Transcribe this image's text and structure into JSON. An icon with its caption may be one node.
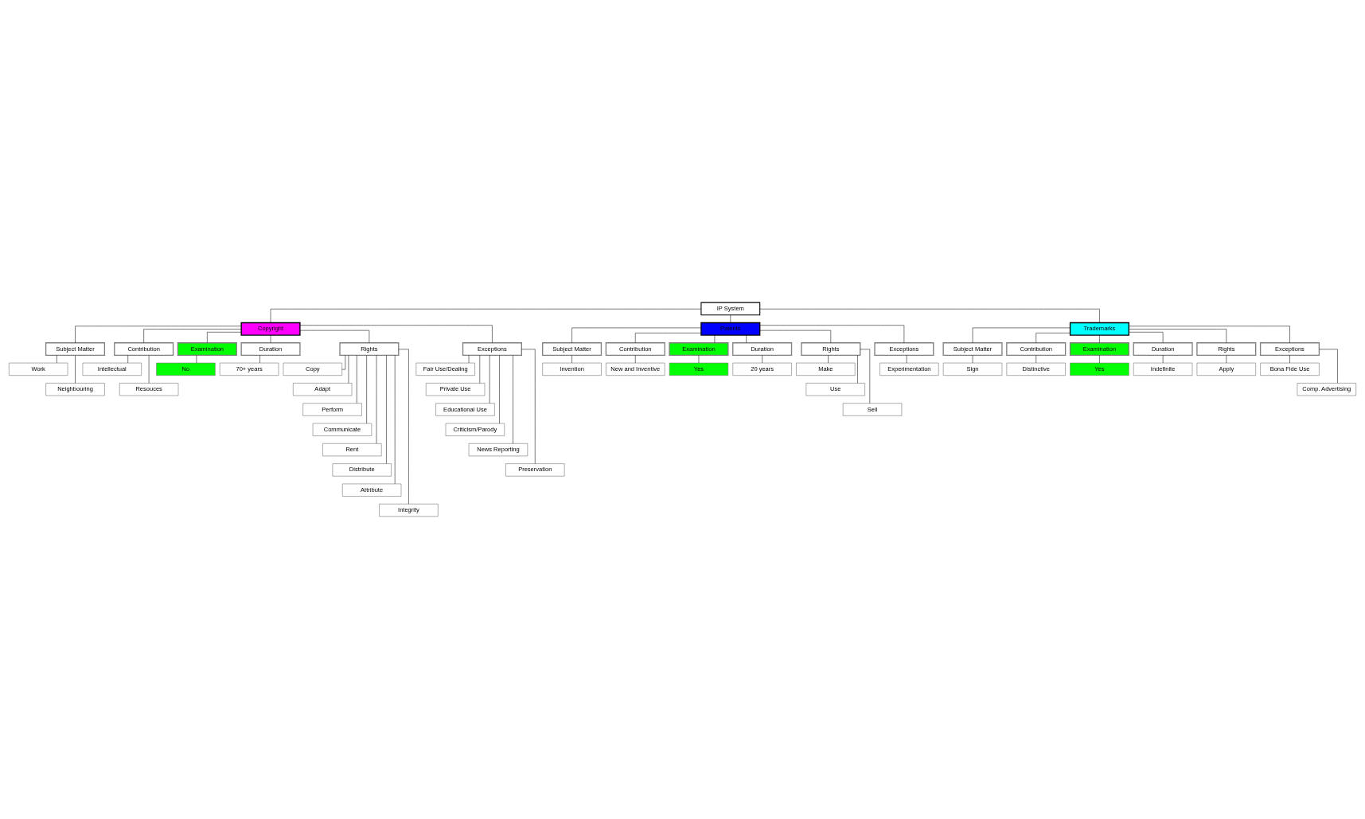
{
  "diagram": {
    "nodes": [
      {
        "text": [
          "IP System"
        ]
      },
      {
        "text": [
          "Copyright"
        ]
      },
      {
        "text": [
          "Patents"
        ]
      },
      {
        "text": [
          "Trademarks"
        ]
      },
      {
        "text": [
          "Subject Matter"
        ]
      },
      {
        "text": [
          "Contribution"
        ]
      },
      {
        "text": [
          "Work"
        ]
      },
      {
        "text": [
          "Neighbouring"
        ]
      },
      {
        "text": [
          "Intellectual"
        ]
      },
      {
        "text": [
          "Resouces"
        ]
      },
      {
        "text": [
          "Examination"
        ]
      },
      {
        "text": [
          "Duration"
        ]
      },
      {
        "text": [
          "No"
        ]
      },
      {
        "text": [
          "70+ years"
        ]
      },
      {
        "text": [
          "Rights"
        ]
      },
      {
        "text": [
          "Exceptions"
        ]
      },
      {
        "text": [
          "Copy"
        ]
      },
      {
        "text": [
          "Adapt"
        ]
      },
      {
        "text": [
          "Perform"
        ]
      },
      {
        "text": [
          "Communicate"
        ]
      },
      {
        "text": [
          "Rent"
        ]
      },
      {
        "text": [
          "Distribute"
        ]
      },
      {
        "text": [
          "Attribute"
        ]
      },
      {
        "text": [
          "Integrity"
        ]
      },
      {
        "text": [
          "Fair Use/Dealing"
        ]
      },
      {
        "text": [
          "Private Use"
        ]
      },
      {
        "text": [
          "Educational Use"
        ]
      },
      {
        "text": [
          "Criticism/Parody"
        ]
      },
      {
        "text": [
          "News Reporting"
        ]
      },
      {
        "text": [
          "Preservation"
        ]
      },
      {
        "text": [
          "Subject Matter"
        ]
      },
      {
        "text": [
          "Contribution"
        ]
      },
      {
        "text": [
          "Invention"
        ]
      },
      {
        "text": [
          "New and Inventive"
        ]
      },
      {
        "text": [
          "Examination"
        ]
      },
      {
        "text": [
          "Duration"
        ]
      },
      {
        "text": [
          "Yes"
        ]
      },
      {
        "text": [
          "20 years"
        ]
      },
      {
        "text": [
          "Rights"
        ]
      },
      {
        "text": [
          "Exceptions"
        ]
      },
      {
        "text": [
          "Make"
        ]
      },
      {
        "text": [
          "Use"
        ]
      },
      {
        "text": [
          "Sell"
        ]
      },
      {
        "text": [
          "Experimentation"
        ]
      },
      {
        "text": [
          "Subject Matter"
        ]
      },
      {
        "text": [
          "Contribution"
        ]
      },
      {
        "text": [
          "Sign"
        ]
      },
      {
        "text": [
          "Distinctive"
        ]
      },
      {
        "text": [
          "Examination"
        ]
      },
      {
        "text": [
          "Duration"
        ]
      },
      {
        "text": [
          "Yes"
        ]
      },
      {
        "text": [
          "Indefinite"
        ]
      },
      {
        "text": [
          "Rights"
        ]
      },
      {
        "text": [
          "Exceptions"
        ]
      },
      {
        "text": [
          "Apply"
        ]
      },
      {
        "text": [
          "Bona Fide Use"
        ]
      },
      {
        "text": [
          "Comp. Advertising"
        ]
      }
    ],
    "edges": [
      {
        "from": 0,
        "to": 1,
        "arrow": "none"
      },
      {
        "from": 0,
        "to": 2,
        "arrow": "none"
      },
      {
        "from": 0,
        "to": 3,
        "arrow": "none"
      },
      {
        "from": 1,
        "to": 4,
        "arrow": "none"
      },
      {
        "from": 1,
        "to": 5,
        "arrow": "none"
      },
      {
        "from": 1,
        "to": 10,
        "arrow": "none"
      },
      {
        "from": 1,
        "to": 11,
        "arrow": "none"
      },
      {
        "from": 1,
        "to": 14,
        "arrow": "none"
      },
      {
        "from": 1,
        "to": 15,
        "arrow": "none"
      },
      {
        "from": 4,
        "to": 6,
        "arrow": "none"
      },
      {
        "from": 4,
        "to": 7,
        "arrow": "none"
      },
      {
        "from": 5,
        "to": 8,
        "arrow": "none"
      },
      {
        "from": 5,
        "to": 9,
        "arrow": "none"
      },
      {
        "from": 10,
        "to": 12,
        "arrow": "none"
      },
      {
        "from": 11,
        "to": 13,
        "arrow": "none"
      },
      {
        "from": 14,
        "to": 16,
        "arrow": "none"
      },
      {
        "from": 14,
        "to": 17,
        "arrow": "none"
      },
      {
        "from": 14,
        "to": 18,
        "arrow": "none"
      },
      {
        "from": 14,
        "to": 19,
        "arrow": "none"
      },
      {
        "from": 14,
        "to": 20,
        "arrow": "none"
      },
      {
        "from": 14,
        "to": 21,
        "arrow": "none"
      },
      {
        "from": 14,
        "to": 22,
        "arrow": "none"
      },
      {
        "from": 14,
        "to": 23,
        "arrow": "none"
      },
      {
        "from": 15,
        "to": 24,
        "arrow": "none"
      },
      {
        "from": 15,
        "to": 25,
        "arrow": "none"
      },
      {
        "from": 15,
        "to": 26,
        "arrow": "none"
      },
      {
        "from": 15,
        "to": 27,
        "arrow": "none"
      },
      {
        "from": 15,
        "to": 28,
        "arrow": "none"
      },
      {
        "from": 15,
        "to": 29,
        "arrow": "none"
      },
      {
        "from": 2,
        "to": 30,
        "arrow": "none"
      },
      {
        "from": 2,
        "to": 31,
        "arrow": "none"
      },
      {
        "from": 2,
        "to": 34,
        "arrow": "none"
      },
      {
        "from": 2,
        "to": 35,
        "arrow": "none"
      },
      {
        "from": 2,
        "to": 38,
        "arrow": "none"
      },
      {
        "from": 2,
        "to": 39,
        "arrow": "none"
      },
      {
        "from": 30,
        "to": 32,
        "arrow": "none"
      },
      {
        "from": 31,
        "to": 33,
        "arrow": "none"
      },
      {
        "from": 34,
        "to": 36,
        "arrow": "none"
      },
      {
        "from": 35,
        "to": 37,
        "arrow": "none"
      },
      {
        "from": 38,
        "to": 40,
        "arrow": "none"
      },
      {
        "from": 38,
        "to": 41,
        "arrow": "none"
      },
      {
        "from": 38,
        "to": 42,
        "arrow": "none"
      },
      {
        "from": 39,
        "to": 43,
        "arrow": "none"
      },
      {
        "from": 3,
        "to": 44,
        "arrow": "none"
      },
      {
        "from": 3,
        "to": 45,
        "arrow": "none"
      },
      {
        "from": 3,
        "to": 48,
        "arrow": "none"
      },
      {
        "from": 3,
        "to": 49,
        "arrow": "none"
      },
      {
        "from": 3,
        "to": 52,
        "arrow": "none"
      },
      {
        "from": 3,
        "to": 53,
        "arrow": "none"
      },
      {
        "from": 44,
        "to": 46,
        "arrow": "none"
      },
      {
        "from": 45,
        "to": 47,
        "arrow": "none"
      },
      {
        "from": 48,
        "to": 50,
        "arrow": "none"
      },
      {
        "from": 49,
        "to": 51,
        "arrow": "none"
      },
      {
        "from": 52,
        "to": 54,
        "arrow": "none"
      },
      {
        "from": 53,
        "to": 55,
        "arrow": "none"
      },
      {
        "from": 53,
        "to": 56,
        "arrow": "none"
      }
    ]
  }
}
